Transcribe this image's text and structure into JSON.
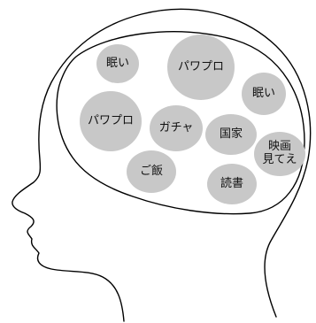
{
  "diagram": {
    "outline_color": "#000000",
    "background_color": "#ffffff",
    "bubble_color": "#c8c8c8",
    "bubbles": [
      {
        "id": "sleepy-1",
        "label": "眠い"
      },
      {
        "id": "pawapuro-1",
        "label": "パワプロ"
      },
      {
        "id": "sleepy-2",
        "label": "眠い"
      },
      {
        "id": "pawapuro-2",
        "label": "パワプロ"
      },
      {
        "id": "gacha",
        "label": "ガチャ"
      },
      {
        "id": "kokka",
        "label": "国家"
      },
      {
        "id": "movie",
        "label": "映画\n見てえ"
      },
      {
        "id": "gohan",
        "label": "ご飯"
      },
      {
        "id": "reading",
        "label": "読書"
      }
    ]
  }
}
